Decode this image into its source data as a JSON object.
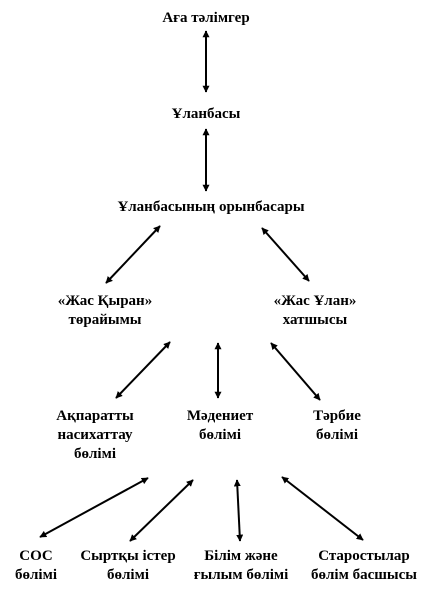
{
  "nodes": {
    "senior_mentor": "Аға тәлімгер",
    "leader": "Ұланбасы",
    "deputy_leader": "Ұланбасының орынбасары",
    "zhas_qyran": [
      "«Жас Қыран»",
      "төрайымы"
    ],
    "zhas_ulan": [
      "«Жас Ұлан»",
      "хатшысы"
    ],
    "info_dept": [
      "Ақпаратты",
      "насихаттау",
      "бөлімі"
    ],
    "culture_dept": [
      "Мәдениет",
      "бөлімі"
    ],
    "education_dept": [
      "Тәрбие",
      "бөлімі"
    ],
    "sos_dept": [
      "СОС",
      "бөлімі"
    ],
    "external_dept": [
      "Сыртқы істер",
      "бөлімі"
    ],
    "science_dept": [
      "Білім және",
      "ғылым бөлімі"
    ],
    "elders_dept": [
      "Старостылар",
      "бөлім басшысы"
    ]
  },
  "colors": {
    "text": "#000000",
    "arrow": "#000000",
    "background": "#ffffff"
  }
}
